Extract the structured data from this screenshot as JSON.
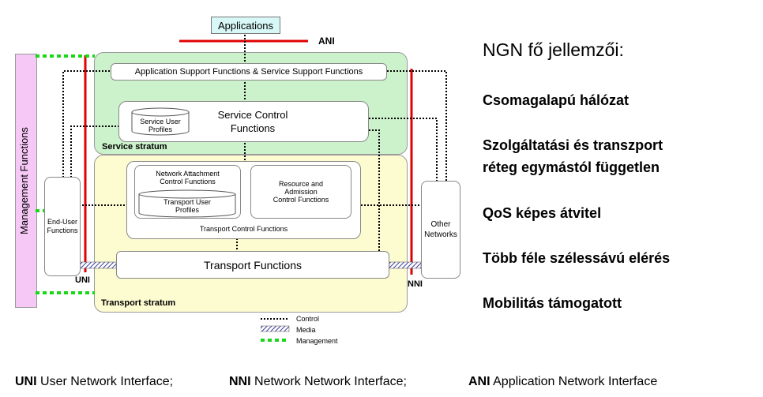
{
  "diagram": {
    "applications_label": "Applications",
    "ani_label": "ANI",
    "uni_label": "UNI",
    "nni_label": "NNI",
    "management_functions": "Management Functions",
    "app_support": "Application Support Functions & Service Support Functions",
    "service_control_line1": "Service Control",
    "service_control_line2": "Functions",
    "service_user_profiles_line1": "Service User",
    "service_user_profiles_line2": "Profiles",
    "service_stratum": "Service stratum",
    "nac_line1": "Network Attachment",
    "nac_line2": "Control Functions",
    "transport_user_profiles_line1": "Transport User",
    "transport_user_profiles_line2": "Profiles",
    "racf_line1": "Resource and",
    "racf_line2": "Admission",
    "racf_line3": "Control Functions",
    "transport_control": "Transport Control Functions",
    "transport_functions": "Transport  Functions",
    "transport_stratum": "Transport stratum",
    "end_user_line1": "End-User",
    "end_user_line2": "Functions",
    "other_networks_line1": "Other",
    "other_networks_line2": "Networks",
    "legend": {
      "control": "Control",
      "media": "Media",
      "management": "Management"
    },
    "colors": {
      "service_stratum": "#ccf2cc",
      "transport_stratum": "#fdfbd0",
      "management": "#f5c8f5",
      "applications": "#d8f7f7",
      "interface_red": "#e00000",
      "management_line": "#18d818"
    }
  },
  "right_panel": {
    "title": "NGN fő jellemzői:",
    "items": [
      "Csomagalapú hálózat",
      "Szolgáltatási és transzport",
      "réteg egymástól független",
      "QoS képes átvitel",
      "Több féle szélessávú elérés",
      "Mobilitás támogatott"
    ]
  },
  "footer": {
    "uni_abbr": "UNI",
    "uni_text": " User Network Interface;",
    "nni_abbr": "NNI",
    "nni_text": " Network Network Interface;",
    "ani_abbr": "ANI",
    "ani_text": " Application Network Interface"
  }
}
